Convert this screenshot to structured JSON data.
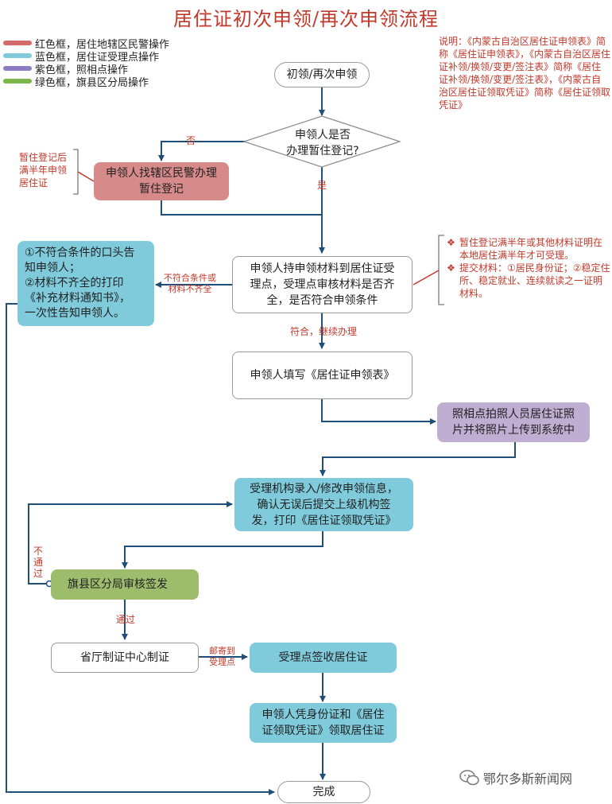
{
  "title": "居住证初次申领/再次申领流程",
  "colors": {
    "red_box": "#d78a8a",
    "blue_box": "#7fcbdc",
    "purple_box": "#bfaed2",
    "green_box": "#9dbd6d",
    "line": "#1f4e79",
    "annotation": "#c0392b"
  },
  "legend": [
    {
      "color": "#d46a6a",
      "label": "红色框，居住地辖区民警操作"
    },
    {
      "color": "#7fcbdc",
      "label": "蓝色框，居住证受理点操作"
    },
    {
      "color": "#8e7cc3",
      "label": "紫色框，照相点操作"
    },
    {
      "color": "#7ab648",
      "label": "绿色框，旗县区分局操作"
    }
  ],
  "note": "说明：《内蒙古自治区居住证申领表》简称《居住证申领表》，《内蒙古自治区居住证补领/换领/变更/签注表》简称《居住证补领/换领/变更/签注表》，《内蒙古自治区居住证领取凭证》简称《居住证领取凭证》",
  "nodes": {
    "start": "初领/再次申领",
    "decision": "申领人是否\n办理暂住登记?",
    "police": "申领人找辖区民警办理\n暂住登记",
    "submit": "申领人持申领材料到居住证受\n理点，受理点审核材料是否齐\n全，是否符合申领条件",
    "reject": "①不符合条件的口头告\n知申领人；\n②材料不齐全的打印\n《补充材料通知书》，\n一次性告知申领人。",
    "fill": "申领人填写《居住证申领表》",
    "photo": "照相点拍照人员居住证照\n片并将照片上传到系统中",
    "entry": "受理机构录入/修改申领信息，\n确认无误后提交上级机构签\n发，打印《居住证领取凭证》",
    "review": "旗县区分局审核签发",
    "make": "省厅制证中心制证",
    "receive": "受理点签收居住证",
    "pickup": "申领人凭身份证和《居住\n证领取凭证》领取居住证",
    "end": "完成"
  },
  "labels": {
    "no": "否",
    "yes": "是",
    "not_met": "不符合条件或\n材料不齐全",
    "met": "符合，继续办理",
    "not_pass": "不\n通\n过",
    "pass": "通过",
    "mail": "邮寄到\n受理点"
  },
  "side_left": "暂住登记后\n满半年申领\n居住证",
  "side_right": [
    "暂住登记满半年或其他材料证明在本地居住满半年才可受理。",
    "提交材料：①居民身份证；②稳定住所、稳定就业、连续就读之一证明材料。"
  ],
  "watermark": "鄂尔多斯新闻网"
}
